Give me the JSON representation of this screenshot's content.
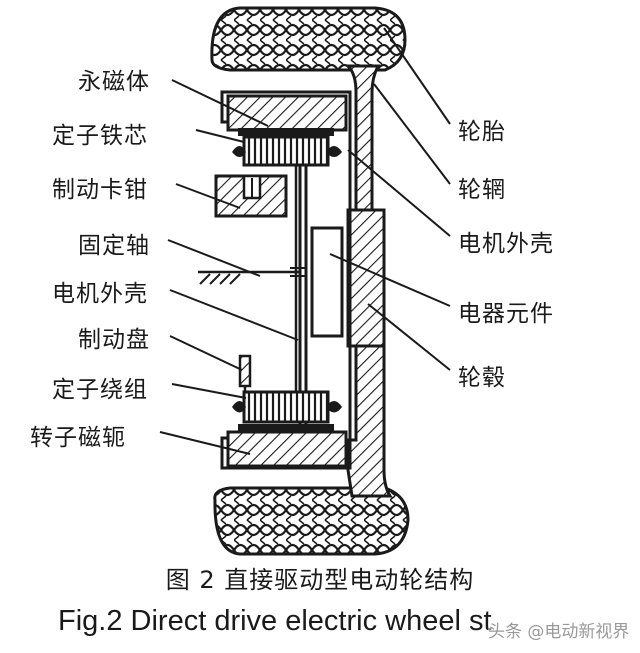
{
  "labels_left": [
    {
      "id": "permanent-magnet",
      "text": "永磁体"
    },
    {
      "id": "stator-core",
      "text": "定子铁芯"
    },
    {
      "id": "brake-caliper",
      "text": "制动卡钳"
    },
    {
      "id": "fixed-shaft",
      "text": "固定轴"
    },
    {
      "id": "motor-housing-left",
      "text": "电机外壳"
    },
    {
      "id": "brake-disc",
      "text": "制动盘"
    },
    {
      "id": "stator-winding",
      "text": "定子绕组"
    },
    {
      "id": "rotor-yoke",
      "text": "转子磁轭"
    }
  ],
  "labels_right": [
    {
      "id": "tire",
      "text": "轮胎"
    },
    {
      "id": "rim",
      "text": "轮辋"
    },
    {
      "id": "motor-housing-right",
      "text": "电机外壳"
    },
    {
      "id": "electrical-components",
      "text": "电器元件"
    },
    {
      "id": "hub",
      "text": "轮毂"
    }
  ],
  "caption": {
    "chinese": "图 2 直接驱动型电动轮结构",
    "english": "Fig.2 Direct drive electric wheel st"
  },
  "watermark": "头条 @电动新视界",
  "colors": {
    "ink": "#1a1a1a",
    "background": "#ffffff"
  }
}
